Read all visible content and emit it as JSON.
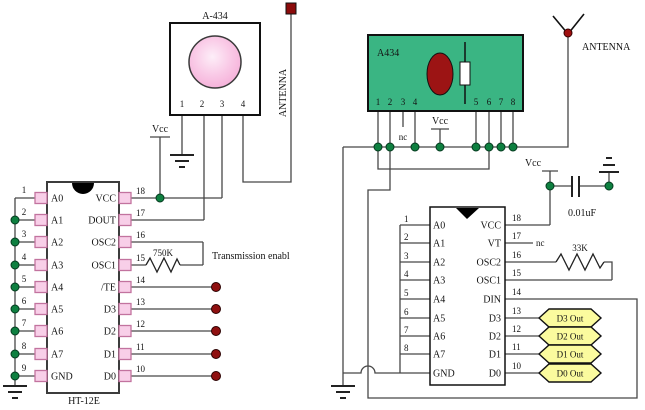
{
  "colors": {
    "module_green": "#3ab583",
    "pin_pink": "#f8cfe8",
    "pin_pink_border": "#c2739f",
    "junction_green": "#0e8040",
    "terminal_red": "#8f1010",
    "hex_yellow": "#fbfb9e",
    "wire_gray": "#474747"
  },
  "transmitter": {
    "label": "A-434",
    "pin_numbers": [
      "1",
      "2",
      "3",
      "4"
    ],
    "vcc_label": "Vcc",
    "antenna_label": "ANTENNA"
  },
  "encoder": {
    "name": "HT-12E",
    "left_pins": [
      {
        "num": "1",
        "label": "A0"
      },
      {
        "num": "2",
        "label": "A1"
      },
      {
        "num": "3",
        "label": "A2"
      },
      {
        "num": "4",
        "label": "A3"
      },
      {
        "num": "5",
        "label": "A4"
      },
      {
        "num": "6",
        "label": "A5"
      },
      {
        "num": "7",
        "label": "A6"
      },
      {
        "num": "8",
        "label": "A7"
      },
      {
        "num": "9",
        "label": "GND"
      }
    ],
    "right_pins": [
      {
        "num": "18",
        "label": "VCC"
      },
      {
        "num": "17",
        "label": "DOUT"
      },
      {
        "num": "16",
        "label": "OSC2"
      },
      {
        "num": "15",
        "label": "OSC1"
      },
      {
        "num": "14",
        "label": "/TE"
      },
      {
        "num": "13",
        "label": "D3"
      },
      {
        "num": "12",
        "label": "D2"
      },
      {
        "num": "11",
        "label": "D1"
      },
      {
        "num": "10",
        "label": "D0"
      }
    ],
    "resistor_label": "750K",
    "note": "Transmission enabl",
    "vcc_label": "Vcc"
  },
  "receiver": {
    "label": "A434",
    "pin_numbers": [
      "1",
      "2",
      "3",
      "4",
      "5",
      "6",
      "7",
      "8"
    ],
    "nc_label": "nc",
    "vcc_label": "Vcc",
    "antenna_label": "ANTENNA"
  },
  "decoder": {
    "left_pins": [
      {
        "num": "1",
        "label": "A0"
      },
      {
        "num": "2",
        "label": "A1"
      },
      {
        "num": "3",
        "label": "A2"
      },
      {
        "num": "4",
        "label": "A3"
      },
      {
        "num": "5",
        "label": "A4"
      },
      {
        "num": "6",
        "label": "A5"
      },
      {
        "num": "7",
        "label": "A6"
      },
      {
        "num": "8",
        "label": "A7"
      },
      {
        "label": "GND"
      }
    ],
    "right_pins": [
      {
        "num": "18",
        "label": "VCC"
      },
      {
        "num": "17",
        "label": "VT"
      },
      {
        "num": "16",
        "label": "OSC2"
      },
      {
        "num": "15",
        "label": "OSC1"
      },
      {
        "num": "14",
        "label": "DIN"
      },
      {
        "num": "13",
        "label": "D3"
      },
      {
        "num": "12",
        "label": "D2"
      },
      {
        "num": "11",
        "label": "D1"
      },
      {
        "num": "10",
        "label": "D0"
      }
    ],
    "vt_note": "nc",
    "resistor_label": "33K",
    "cap_label": "0.01uF",
    "vcc_label": "Vcc",
    "outputs": [
      "D3 Out",
      "D2 Out",
      "D1 Out",
      "D0 Out"
    ]
  }
}
